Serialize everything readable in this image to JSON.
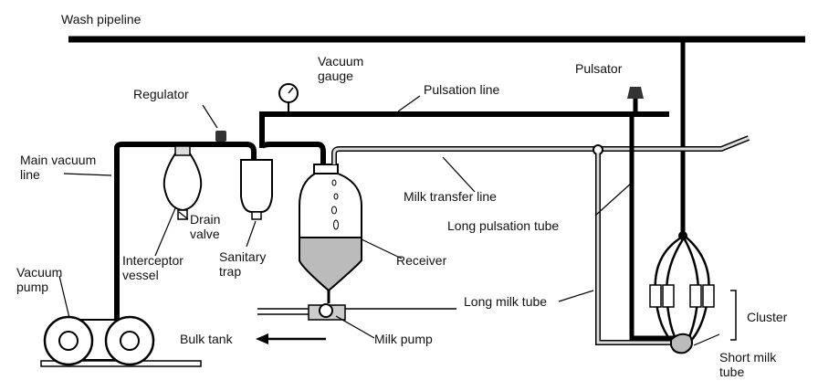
{
  "labels": {
    "wash_pipeline": "Wash pipeline",
    "vacuum_gauge_1": "Vacuum",
    "vacuum_gauge_2": "gauge",
    "pulsator": "Pulsator",
    "regulator": "Regulator",
    "pulsation_line": "Pulsation line",
    "main_vacuum_line_1": "Main vacuum",
    "main_vacuum_line_2": "line",
    "drain_valve_1": "Drain",
    "drain_valve_2": "valve",
    "milk_transfer_line": "Milk transfer line",
    "long_pulsation_tube": "Long pulsation tube",
    "interceptor_vessel_1": "Interceptor",
    "interceptor_vessel_2": "vessel",
    "receiver": "Receiver",
    "vacuum_pump_1": "Vacuum",
    "vacuum_pump_2": "pump",
    "sanitary_trap_1": "Sanitary",
    "sanitary_trap_2": "trap",
    "long_milk_tube": "Long milk tube",
    "cluster": "Cluster",
    "bulk_tank": "Bulk tank",
    "milk_pump": "Milk pump",
    "short_milk_tube_1": "Short milk",
    "short_milk_tube_2": "tube"
  }
}
